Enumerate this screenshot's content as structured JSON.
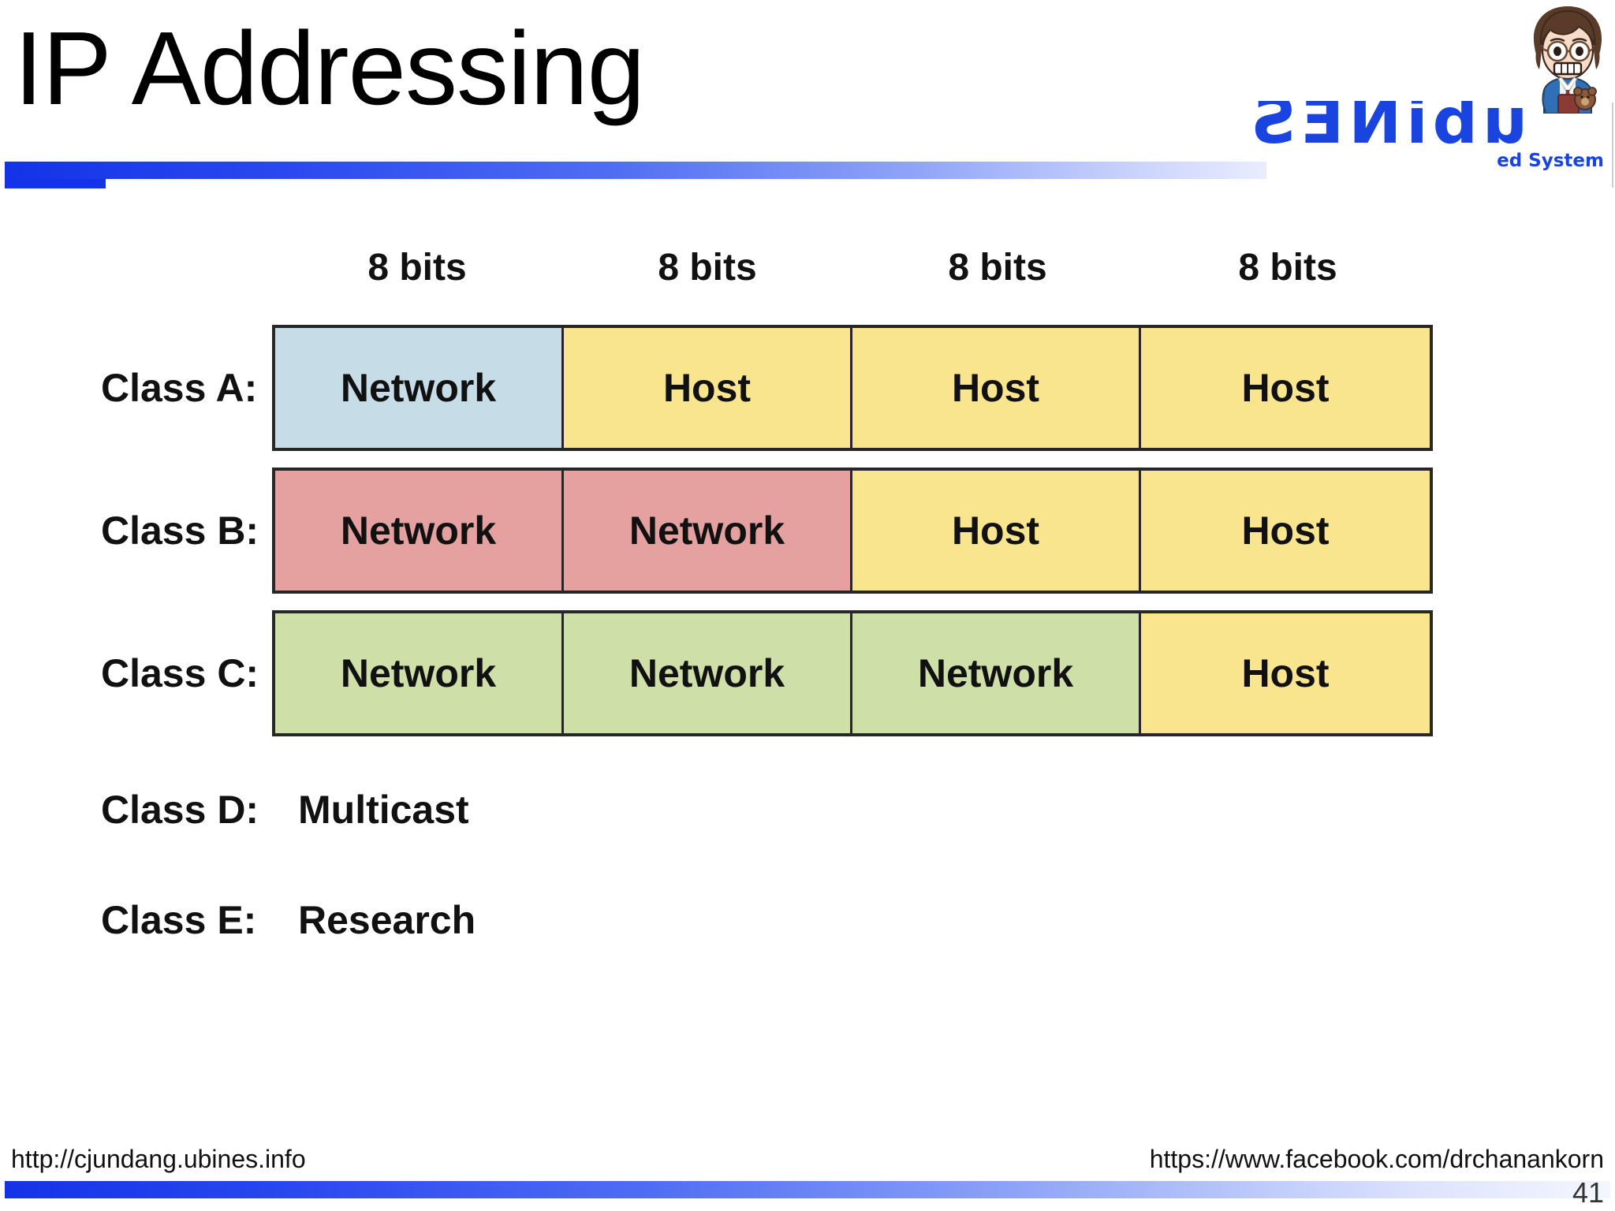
{
  "slide": {
    "title": "IP Addressing",
    "page_number": "41"
  },
  "brand": {
    "wordmark": "ubiNES",
    "subtitle": "ed System",
    "accent_color": "#1a44e0",
    "avatar_name": "cartoon-person-avatar"
  },
  "diagram": {
    "bit_headers": [
      "8 bits",
      "8 bits",
      "8 bits",
      "8 bits"
    ],
    "rows": [
      {
        "label": "Class A:",
        "type": "cells",
        "cells": [
          {
            "text": "Network",
            "kind": "net-a",
            "color": "#c6dde8"
          },
          {
            "text": "Host",
            "kind": "host",
            "color": "#fae58f"
          },
          {
            "text": "Host",
            "kind": "host",
            "color": "#fae58f"
          },
          {
            "text": "Host",
            "kind": "host",
            "color": "#fae58f"
          }
        ]
      },
      {
        "label": "Class B:",
        "type": "cells",
        "cells": [
          {
            "text": "Network",
            "kind": "net-b",
            "color": "#e5a0a0"
          },
          {
            "text": "Network",
            "kind": "net-b",
            "color": "#e5a0a0"
          },
          {
            "text": "Host",
            "kind": "host",
            "color": "#fae58f"
          },
          {
            "text": "Host",
            "kind": "host",
            "color": "#fae58f"
          }
        ]
      },
      {
        "label": "Class C:",
        "type": "cells",
        "cells": [
          {
            "text": "Network",
            "kind": "net-c",
            "color": "#cfdfa8"
          },
          {
            "text": "Network",
            "kind": "net-c",
            "color": "#cfdfa8"
          },
          {
            "text": "Network",
            "kind": "net-c",
            "color": "#cfdfa8"
          },
          {
            "text": "Host",
            "kind": "host",
            "color": "#fae58f"
          }
        ]
      },
      {
        "label": "Class D:",
        "type": "plain",
        "value": "Multicast"
      },
      {
        "label": "Class E:",
        "type": "plain",
        "value": "Research"
      }
    ]
  },
  "footer": {
    "left_url": "http://cjundang.ubines.info",
    "right_url": "https://www.facebook.com/drchanankorn"
  }
}
